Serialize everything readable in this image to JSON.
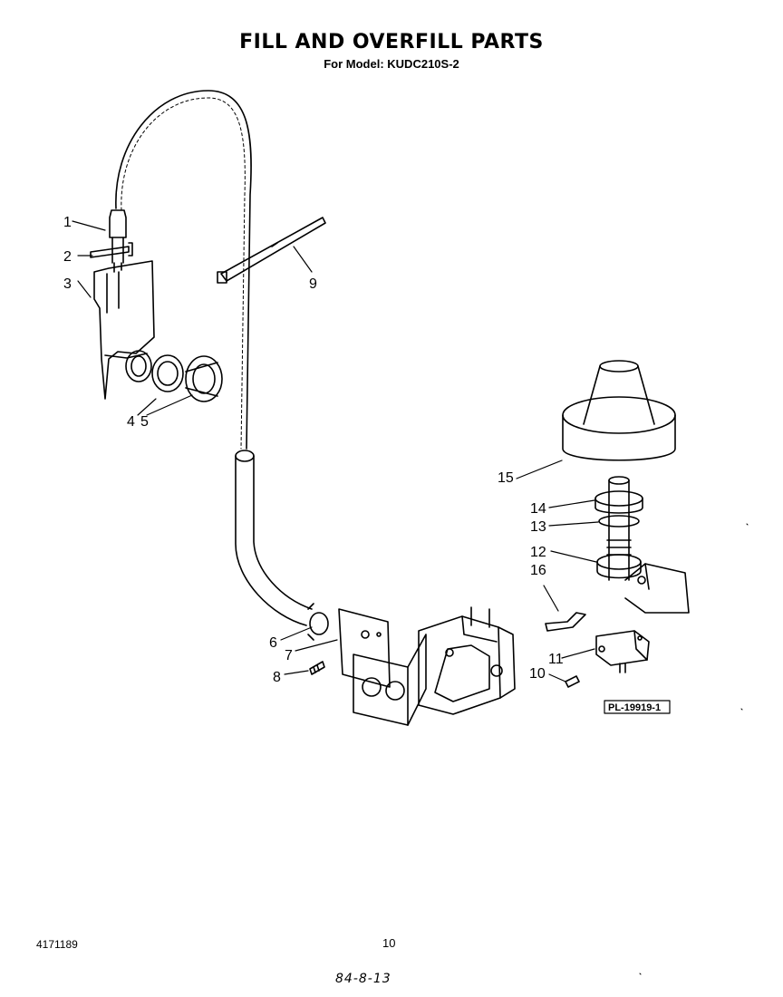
{
  "title": "FILL AND OVERFILL PARTS",
  "subtitle": "For Model: KUDC210S-2",
  "callouts": [
    "1",
    "2",
    "3",
    "4",
    "5",
    "6",
    "7",
    "8",
    "9",
    "10",
    "11",
    "12",
    "13",
    "14",
    "15",
    "16"
  ],
  "reference": "PL-19919-1",
  "footer": {
    "part_number": "4171189",
    "page_number": "10",
    "date_code": "84-8-13"
  }
}
